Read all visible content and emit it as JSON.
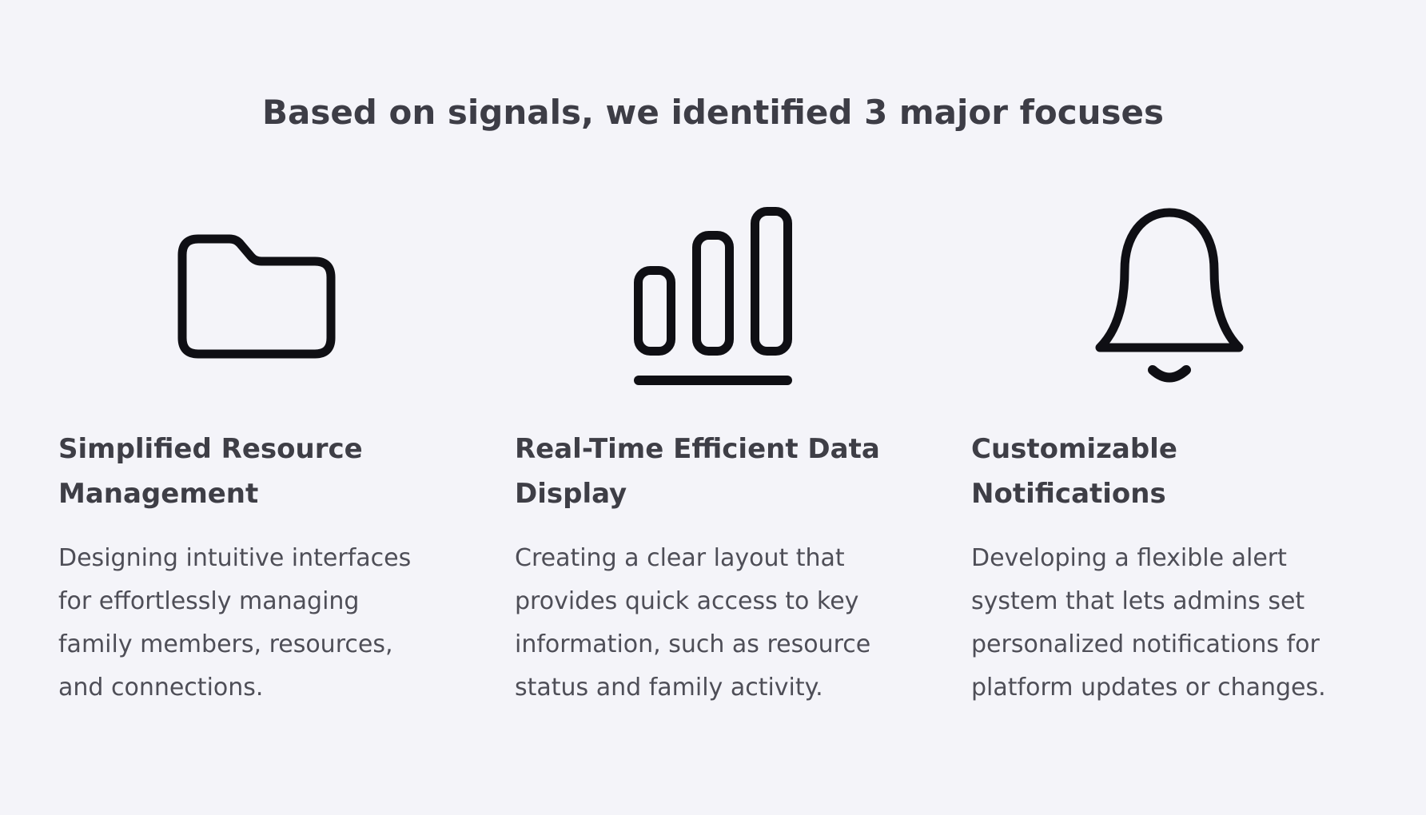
{
  "colors": {
    "background": "#f4f4f9",
    "title-color": "#3d3d46",
    "heading-color": "#3e3e46",
    "body-color": "#4e4e57",
    "icon-stroke": "#0f0f14"
  },
  "header": {
    "title": "Based on signals, we identified 3 major focuses"
  },
  "features": [
    {
      "icon": "folder-icon",
      "heading": "Simplified Resource\nManagement",
      "description": "Designing intuitive interfaces\nfor effortlessly managing\nfamily members, resources,\nand connections."
    },
    {
      "icon": "bar-chart-icon",
      "heading": "Real-Time Efficient Data\nDisplay",
      "description": "Creating a clear layout that\nprovides quick access to key\ninformation, such as resource\nstatus and family activity."
    },
    {
      "icon": "bell-icon",
      "heading": "Customizable\nNotifications",
      "description": "Developing a flexible alert\nsystem that lets admins set\npersonalized notifications for\nplatform updates or changes."
    }
  ]
}
